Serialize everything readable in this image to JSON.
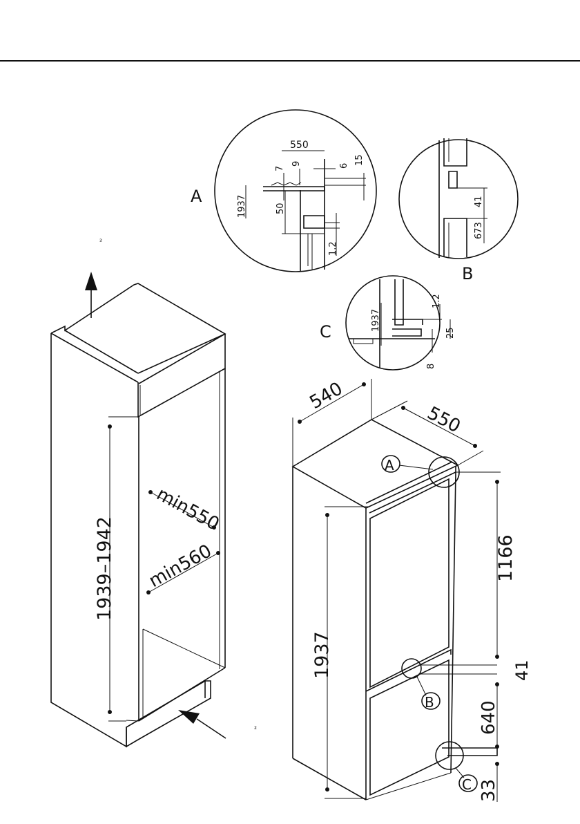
{
  "labels": {
    "cabinet_height": "1939–1942",
    "min_depth": "min550",
    "min_width": "min560",
    "width": "540",
    "depth": "550",
    "height": "1937",
    "upper_door": "1166",
    "gap_b": "41",
    "lower_door": "640",
    "bottom_c": "33",
    "callout_a": "A",
    "callout_b": "B",
    "callout_c": "C"
  },
  "detail_a": {
    "letter": "A",
    "d550": "550",
    "d9": "9",
    "d6": "6",
    "d15": "15",
    "d7": "7",
    "d1937": "1937",
    "d50": "50",
    "d12": "1.2"
  },
  "detail_b": {
    "letter": "B",
    "d41": "41",
    "d673": "673"
  },
  "detail_c": {
    "letter": "C",
    "d1937": "1937",
    "d12": "1.2",
    "d25": "25",
    "d8": "8"
  },
  "misc": {
    "mark1": "²",
    "mark2": "²"
  },
  "icons": [
    "airflow-arrow-out-icon",
    "airflow-arrow-in-icon"
  ]
}
